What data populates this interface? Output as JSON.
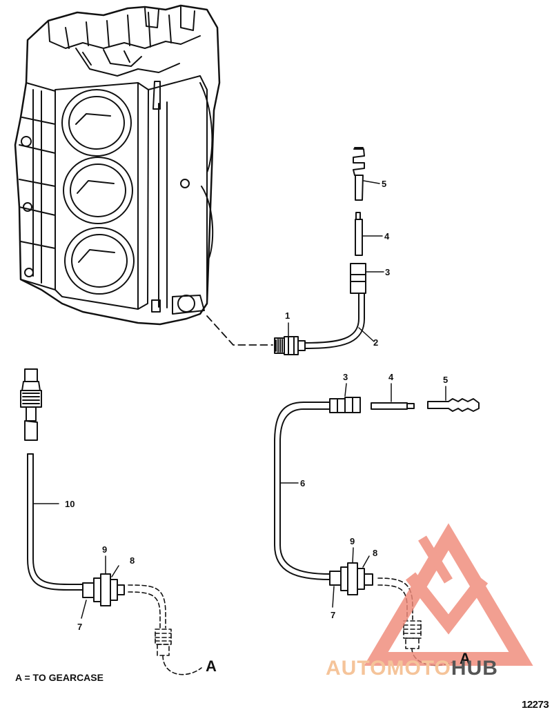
{
  "diagram": {
    "callouts_top": {
      "c1": "1",
      "c2": "2",
      "c3": "3",
      "c4": "4",
      "c5": "5"
    },
    "callouts_left": {
      "c10": "10",
      "c9": "9",
      "c8": "8",
      "c7": "7",
      "a": "A"
    },
    "callouts_right": {
      "c3": "3",
      "c4": "4",
      "c5": "5",
      "c6": "6",
      "c9": "9",
      "c8": "8",
      "c7": "7",
      "a": "A"
    },
    "legend": "A = TO GEARCASE",
    "figure_number": "12273"
  },
  "watermark": {
    "text_part1": "AUTOMOTO",
    "text_part2": "HUB",
    "color_primary": "#f08a7a",
    "color_secondary": "#f5c49a",
    "color_dark": "#555555",
    "logo": "triangle-m-logo"
  }
}
